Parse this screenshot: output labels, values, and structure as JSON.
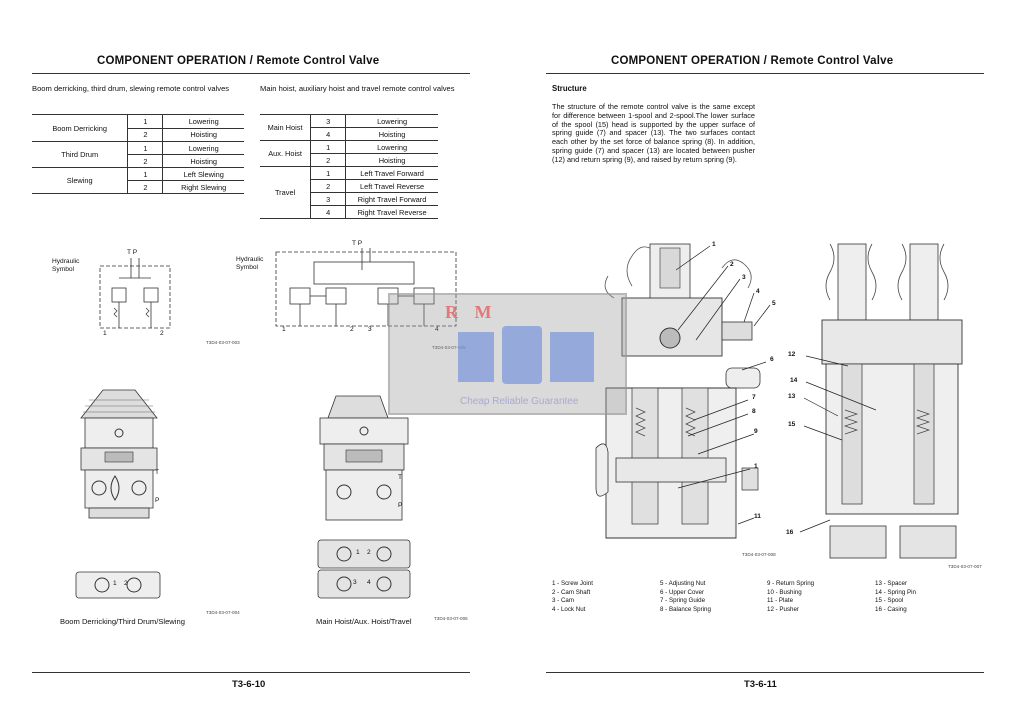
{
  "left": {
    "title": "COMPONENT OPERATION / Remote Control Valve",
    "caption_a": "Boom derricking, third drum, slewing remote control valves",
    "caption_b": "Main hoist, auxiliary hoist and travel remote control valves",
    "table_a": [
      {
        "group": "Boom Derricking",
        "rows": [
          [
            "1",
            "Lowering"
          ],
          [
            "2",
            "Hoisting"
          ]
        ]
      },
      {
        "group": "Third Drum",
        "rows": [
          [
            "1",
            "Lowering"
          ],
          [
            "2",
            "Hoisting"
          ]
        ]
      },
      {
        "group": "Slewing",
        "rows": [
          [
            "1",
            "Left Slewing"
          ],
          [
            "2",
            "Right Slewing"
          ]
        ]
      }
    ],
    "table_b": [
      {
        "group": "Main Hoist",
        "rows": [
          [
            "3",
            "Lowering"
          ],
          [
            "4",
            "Hoisting"
          ]
        ]
      },
      {
        "group": "Aux. Hoist",
        "rows": [
          [
            "1",
            "Lowering"
          ],
          [
            "2",
            "Hoisting"
          ]
        ]
      },
      {
        "group": "Travel",
        "rows": [
          [
            "1",
            "Left Travel Forward"
          ],
          [
            "2",
            "Left Travel Reverse"
          ],
          [
            "3",
            "Right Travel Forward"
          ],
          [
            "4",
            "Right Travel Reverse"
          ]
        ]
      }
    ],
    "hyd_label": "Hydraulic Symbol",
    "hyd_tp": "T  P",
    "hyd_port1": "1",
    "hyd_port2": "2",
    "hyd_port3": "3",
    "hyd_port4": "4",
    "code_1": "T3D4-03-07-003",
    "code_2": "T3D4-03-07-005",
    "code_3": "T3D4-03-07-004",
    "code_4": "T3D4-03-07-006",
    "label_t": "T",
    "label_p": "P",
    "fig_caption_a": "Boom Derricking/Third Drum/Slewing",
    "fig_caption_b": "Main Hoist/Aux. Hoist/Travel",
    "footer": "T3-6-10"
  },
  "right": {
    "title": "COMPONENT OPERATION / Remote Control Valve",
    "structure_title": "Structure",
    "structure_text": "The structure of the remote control valve is the same except for difference between 1-spool and 2-spool.The lower surface of the spool (15) head is supported by the upper surface of spring guide (7) and spacer (13). The two surfaces contact each other by the set force of balance spring (8). In addition, spring guide (7) and spacer (13) are located between pusher (12) and return spring (9), and raised by return spring (9).",
    "callouts": [
      "1",
      "2",
      "3",
      "4",
      "5",
      "6",
      "7",
      "8",
      "9",
      "1",
      "11",
      "12",
      "14",
      "13",
      "15",
      "16"
    ],
    "code_a": "T3D4-03-07-008",
    "code_b": "T3D4-03-07-007",
    "legend": [
      [
        "1 -  Screw Joint",
        "2 -  Cam Shaft",
        "3 -  Cam",
        "4 -  Lock Nut"
      ],
      [
        "5 -  Adjusting Nut",
        "6 -  Upper Cover",
        "7 -  Spring Guide",
        "8 -  Balance Spring"
      ],
      [
        "9 -  Return Spring",
        "10 - Bushing",
        "11 - Plate",
        "12 - Pusher"
      ],
      [
        "13 - Spacer",
        "14 - Spring Pin",
        "15 - Spool",
        "16 - Casing"
      ]
    ],
    "footer": "T3-6-11"
  },
  "watermark": {
    "brand": "R M",
    "tagline": "Cheap Reliable Guarantee"
  }
}
